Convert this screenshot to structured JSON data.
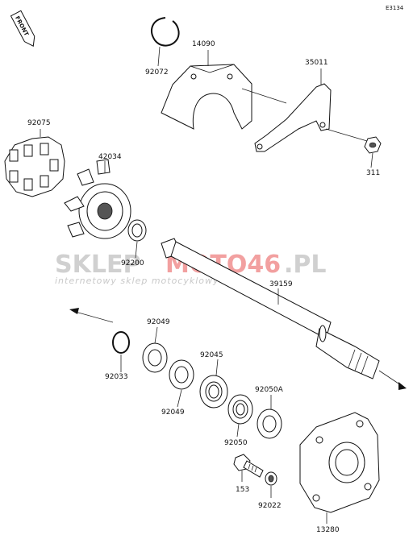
{
  "diagram": {
    "ref_code": "E3134",
    "front_label": "FRONT",
    "parts": {
      "p92072": "92072",
      "p14090": "14090",
      "p35011": "35011",
      "p92075": "92075",
      "p42034": "42034",
      "p311": "311",
      "p92200": "92200",
      "p39159": "39159",
      "p92049a": "92049",
      "p92049b": "92049",
      "p92045": "92045",
      "p92033": "92033",
      "p92050A": "92050A",
      "p92050": "92050",
      "p153": "153",
      "p92022": "92022",
      "p13280": "13280"
    }
  },
  "watermark": {
    "brand_part1": "SKLEP",
    "brand_part2": "MOTO46",
    "brand_part3": ".PL",
    "tagline": "internetowy sklep motocyklowy",
    "colors": {
      "grey": "#cfcfcf",
      "red": "#f2a3a3"
    }
  }
}
